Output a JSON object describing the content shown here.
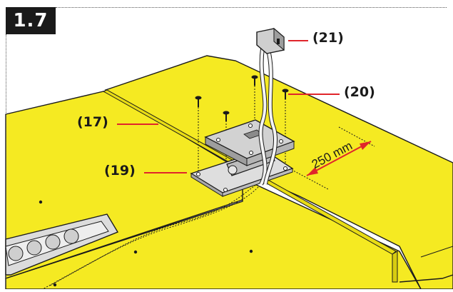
{
  "step": {
    "number": "1.7"
  },
  "callouts": {
    "c17": "(17)",
    "c19": "(19)",
    "c20": "(20)",
    "c21": "(21)"
  },
  "dimension": {
    "label": "250 mm"
  },
  "colors": {
    "table": "#f5ea22",
    "table_side": "#d8cc10",
    "metal": "#cfcfcf",
    "metal_dark": "#9a9a9a",
    "callout_line": "#e0252b",
    "outline": "#1a1a1a"
  }
}
